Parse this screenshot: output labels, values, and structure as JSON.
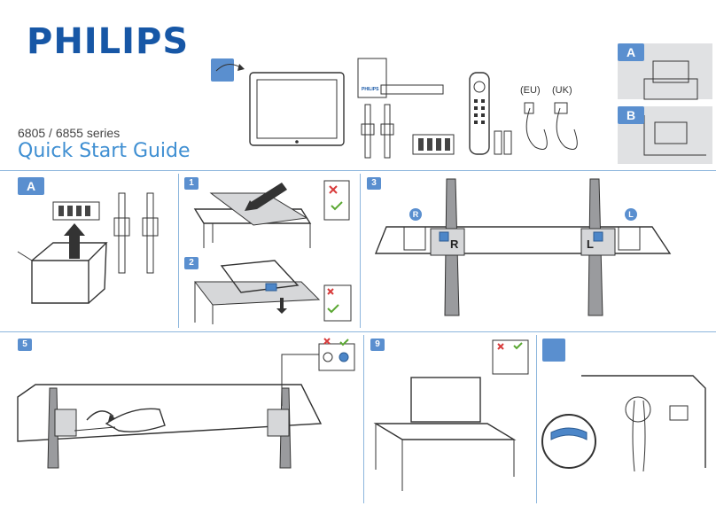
{
  "header": {
    "brand": "PHILIPS",
    "series": "6805 / 6855 series",
    "title": "Quick Start Guide"
  },
  "contents": {
    "plug_eu": "(EU)",
    "plug_uk": "(UK)",
    "option_a": "A",
    "option_b": "B"
  },
  "steps": {
    "a": "A",
    "s1": "1",
    "s2": "2",
    "s3": "3",
    "s5": "5",
    "s9": "9"
  },
  "labels": {
    "left": "L",
    "right": "R"
  },
  "colors": {
    "brand": "#1757a6",
    "accent": "#5a8fcf",
    "title": "#3f8fd2",
    "panel_gray": "#e0e1e3",
    "check_green": "#5aa732",
    "cross_red": "#d83b3b"
  },
  "icons": [
    "box-open-icon",
    "tv-icon",
    "remote-icon",
    "batteries-icon",
    "power-cable-icon",
    "screw-icon",
    "stand-leg-icon",
    "check-icon",
    "cross-icon",
    "cable-tie-icon"
  ]
}
